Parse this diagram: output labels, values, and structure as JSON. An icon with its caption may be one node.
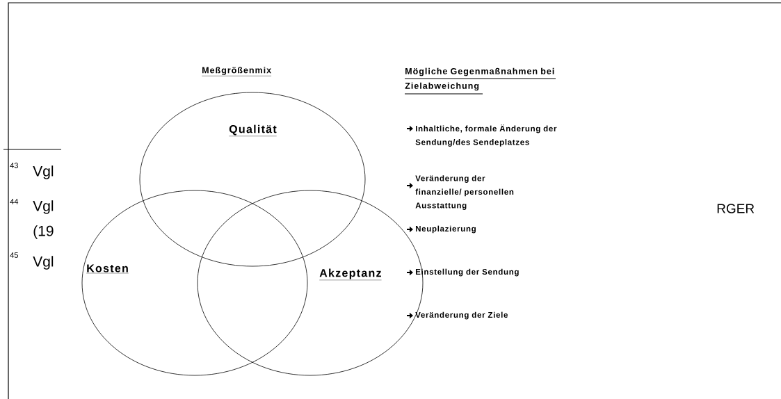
{
  "diagram": {
    "nodes": [
      {
        "text": [
          "Qualität"
        ]
      },
      {
        "text": [
          "Kosten"
        ]
      },
      {
        "text": [
          "Akzeptanz"
        ]
      }
    ],
    "labels": [
      "Meßgrößenmix",
      "Mögliche Gegenmaßnahmen bei Zielabweichung",
      "Inhaltliche, formale Änderung der Sendung/des Sendeplatzes",
      "Veränderung der finanzielle/ personellen Ausstattung",
      "Neuplazierung",
      "Einstellung der Sendung",
      "Veränderung der Ziele",
      "43",
      "Vgl",
      "44",
      "Vgl",
      "(19",
      "45",
      "Vgl",
      "RGER"
    ]
  }
}
